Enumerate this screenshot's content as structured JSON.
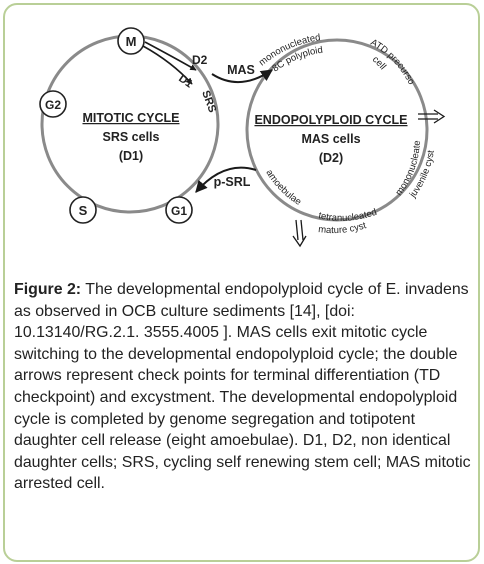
{
  "colors": {
    "border": "#b9cf97",
    "circle": "#8a8a8a",
    "arrow": "#1a1a1a",
    "text": "#222222"
  },
  "diagram": {
    "mitotic_cycle": {
      "title": "MITOTIC CYCLE",
      "subtitle": "SRS cells",
      "daughter": "(D1)",
      "phases": {
        "m": "M",
        "g2": "G2",
        "s": "S",
        "g1": "G1"
      }
    },
    "endopolyploid_cycle": {
      "title": "ENDOPOLYPLOID CYCLE",
      "subtitle": "MAS cells",
      "daughter": "(D2)",
      "stages": {
        "mononucleated_line1": "mononucleated",
        "mononucleated_line2": "8C polyploid",
        "atd_line1": "ATD precursor",
        "atd_line2": "cell",
        "juvenile_line1": "mononucleated",
        "juvenile_line2": "juvenile cyst",
        "tetra_line1": "tetranucleated",
        "tetra_line2": "mature cyst",
        "amoebulae": "amoebulae"
      }
    },
    "arrow_labels": {
      "d2": "D2",
      "d1": "D1",
      "srs": "SRS",
      "mas": "MAS",
      "psrl": "p-SRL"
    }
  },
  "caption": {
    "lead": "Figure 2:",
    "text": " The developmental endopolyploid cycle of E. invadens as observed in OCB culture sediments [14], [doi: 10.13140/RG.2.1. 3555.4005 ]. MAS cells exit mitotic cycle switching to the developmental endopolyploid cycle; the double arrows represent check points for terminal differentiation (TD checkpoint) and excystment. The developmental endopolyploid cycle is completed by genome segregation and totipotent daughter cell release (eight amoebulae). D1, D2, non identical daughter cells; SRS, cycling self renewing stem cell; MAS mitotic arrested cell."
  }
}
